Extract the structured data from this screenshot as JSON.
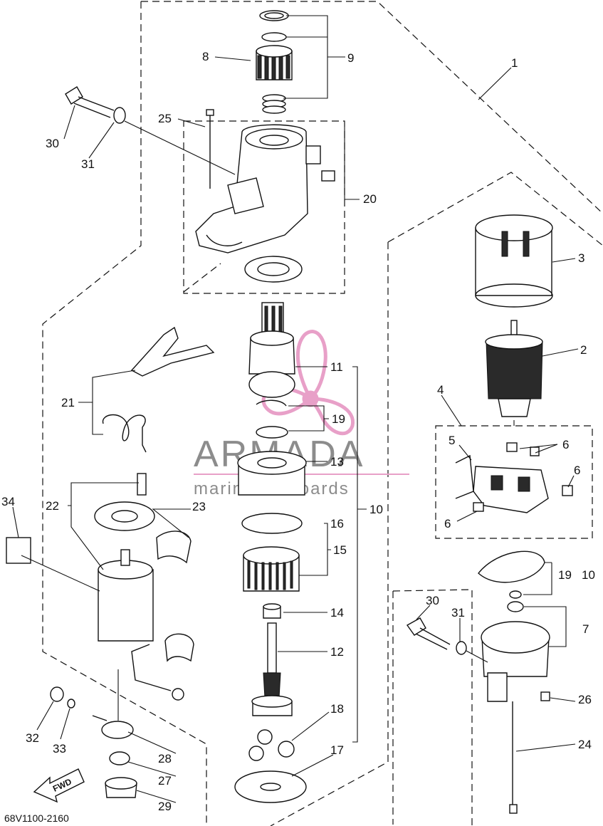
{
  "diagram_code": "68V1100-2160",
  "watermark": {
    "brand": "ARMADA",
    "tagline": "marine outboards",
    "accent_color": "#e8a0c8",
    "text_color": "#8c8c8c"
  },
  "fwd_label": "FWD",
  "callouts": {
    "c1": "1",
    "c2": "2",
    "c3": "3",
    "c4": "4",
    "c5": "5",
    "c6a": "6",
    "c6b": "6",
    "c6c": "6",
    "c7": "7",
    "c8": "8",
    "c9": "9",
    "c10a": "10",
    "c10b": "10",
    "c11": "11",
    "c12": "12",
    "c13": "13",
    "c14": "14",
    "c15": "15",
    "c16": "16",
    "c17": "17",
    "c18": "18",
    "c19a": "19",
    "c19b": "19",
    "c20": "20",
    "c21": "21",
    "c22": "22",
    "c23": "23",
    "c24": "24",
    "c25": "25",
    "c26": "26",
    "c27": "27",
    "c28": "28",
    "c29": "29",
    "c30a": "30",
    "c30b": "30",
    "c31a": "31",
    "c31b": "31",
    "c32": "32",
    "c33": "33",
    "c34": "34"
  }
}
